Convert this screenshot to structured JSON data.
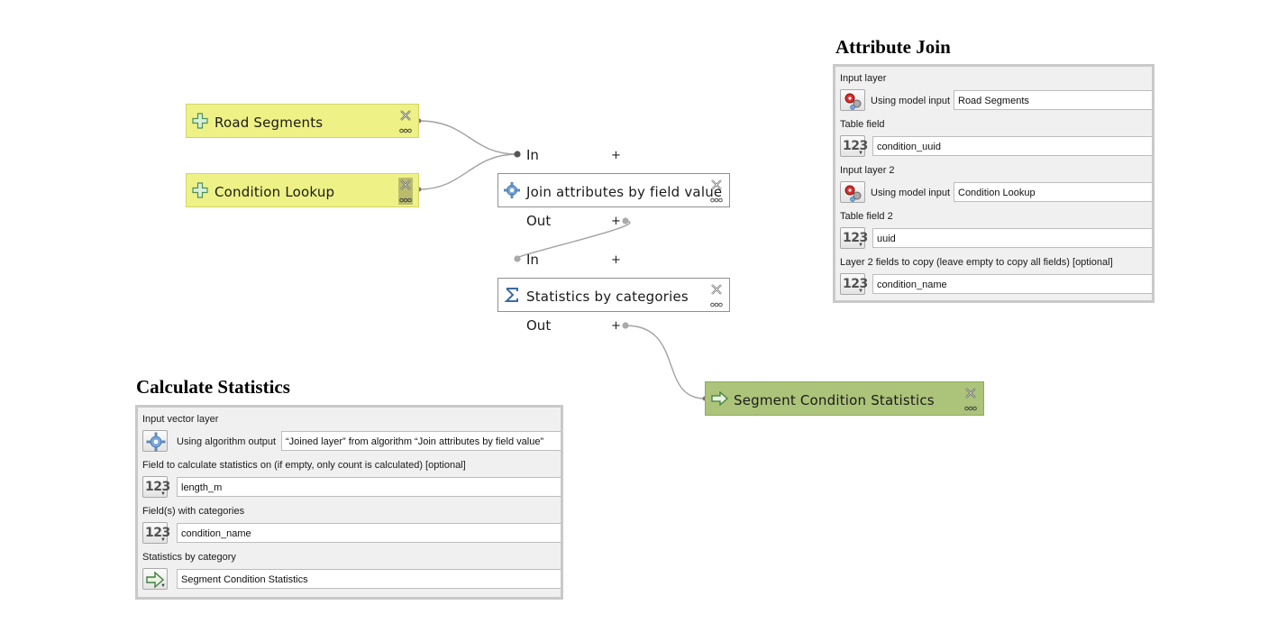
{
  "nodes": {
    "road_segments": {
      "label": "Road Segments",
      "kind": "input"
    },
    "condition_lookup": {
      "label": "Condition Lookup",
      "kind": "input"
    },
    "join": {
      "label": "Join attributes by field value",
      "kind": "algorithm",
      "in_label": "In",
      "out_label": "Out"
    },
    "stats": {
      "label": "Statistics by categories",
      "kind": "algorithm",
      "in_label": "In",
      "out_label": "Out"
    },
    "output": {
      "label": "Segment Condition Statistics",
      "kind": "output"
    }
  },
  "attribute_join": {
    "title": "Attribute Join",
    "rows": [
      {
        "label": "Input layer",
        "icon": "model-input-icon",
        "mode": "Using model input",
        "value": "Road Segments"
      },
      {
        "label": "Table field",
        "icon": "field-number-icon",
        "value": "condition_uuid"
      },
      {
        "label": "Input layer 2",
        "icon": "model-input-icon",
        "mode": "Using model input",
        "value": "Condition Lookup"
      },
      {
        "label": "Table field 2",
        "icon": "field-number-icon",
        "value": "uuid"
      },
      {
        "label": "Layer 2 fields to copy (leave empty to copy all fields) [optional]",
        "icon": "field-number-icon",
        "value": "condition_name"
      }
    ]
  },
  "calculate_statistics": {
    "title": "Calculate Statistics",
    "rows": [
      {
        "label": "Input vector layer",
        "icon": "algorithm-output-icon",
        "mode": "Using algorithm output",
        "value": "“Joined layer” from algorithm “Join attributes by field value”"
      },
      {
        "label": "Field to calculate statistics on (if empty, only count is calculated) [optional]",
        "icon": "field-number-icon",
        "value": "length_m"
      },
      {
        "label": "Field(s) with categories",
        "icon": "field-number-icon",
        "value": "condition_name"
      },
      {
        "label": "Statistics by category",
        "icon": "output-arrow-icon",
        "value": "Segment Condition Statistics"
      }
    ]
  },
  "symbols": {
    "plus": "+",
    "number_icon_text": "123"
  },
  "colors": {
    "input_node": "#eef185",
    "output_node": "#acc47a",
    "wire": "#a0a0a0"
  }
}
